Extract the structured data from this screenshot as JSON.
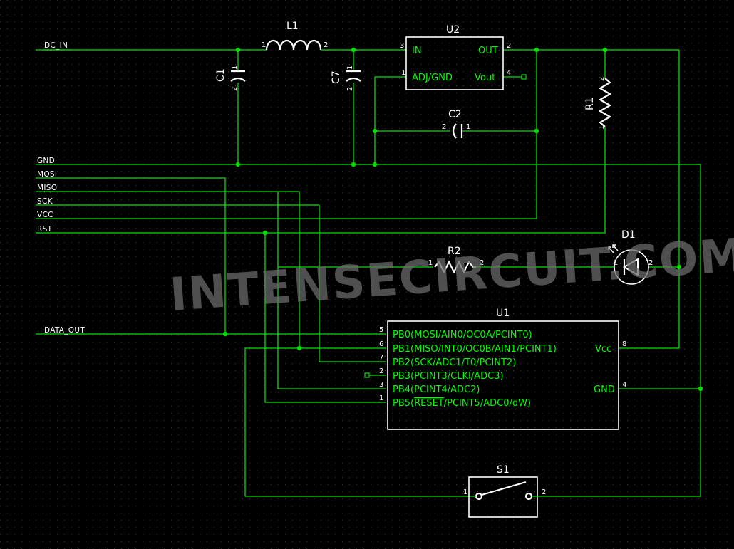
{
  "nets": {
    "dc_in": "DC_IN",
    "gnd": "GND",
    "mosi": "MOSI",
    "miso": "MISO",
    "sck": "SCK",
    "vcc": "VCC",
    "rst": "RST",
    "data_out": "DATA_OUT"
  },
  "components": {
    "L1": {
      "ref": "L1",
      "pins": [
        "1",
        "2"
      ]
    },
    "C1": {
      "ref": "C1",
      "pins": [
        "1",
        "2"
      ]
    },
    "C7": {
      "ref": "C7",
      "pins": [
        "1",
        "2"
      ]
    },
    "C2": {
      "ref": "C2",
      "pins": [
        "2",
        "1"
      ]
    },
    "R1": {
      "ref": "R1",
      "pins": [
        "2",
        "1"
      ]
    },
    "R2": {
      "ref": "R2",
      "pins": [
        "1",
        "2"
      ]
    },
    "D1": {
      "ref": "D1",
      "pins": [
        "1",
        "2"
      ]
    },
    "S1": {
      "ref": "S1",
      "pins": [
        "1",
        "2"
      ]
    },
    "U2": {
      "ref": "U2",
      "pin_in": "IN",
      "pin_adj": "ADJ/GND",
      "pin_out": "OUT",
      "pin_vout": "Vout",
      "pin_numbers": {
        "in": "3",
        "adj": "1",
        "out": "2",
        "vout": "4"
      }
    },
    "U1": {
      "ref": "U1",
      "left_pins": [
        {
          "num": "5",
          "name": "PB0(MOSI/AIN0/OC0A/PCINT0)"
        },
        {
          "num": "6",
          "name": "PB1(MISO/INT0/OC0B/AIN1/PCINT1)"
        },
        {
          "num": "7",
          "name": "PB2(SCK/ADC1/T0/PCINT2)"
        },
        {
          "num": "2",
          "name": "PB3(PCINT3/CLKI/ADC3)"
        },
        {
          "num": "3",
          "name": "PB4(PCINT4/ADC2)"
        },
        {
          "num": "1",
          "name_prefix": "PB5(",
          "name_overbar": "RESET",
          "name_suffix": "/PCINT5/ADC0/dW)"
        }
      ],
      "right_pins": [
        {
          "num": "8",
          "name": "Vcc"
        },
        {
          "num": "4",
          "name": "GND"
        }
      ]
    }
  },
  "watermark": "INTENSECIRCUIT.COM",
  "colors": {
    "background": "#000000",
    "wire": "#00e000",
    "component": "#ffffff",
    "label_inner": "#00ff00"
  }
}
